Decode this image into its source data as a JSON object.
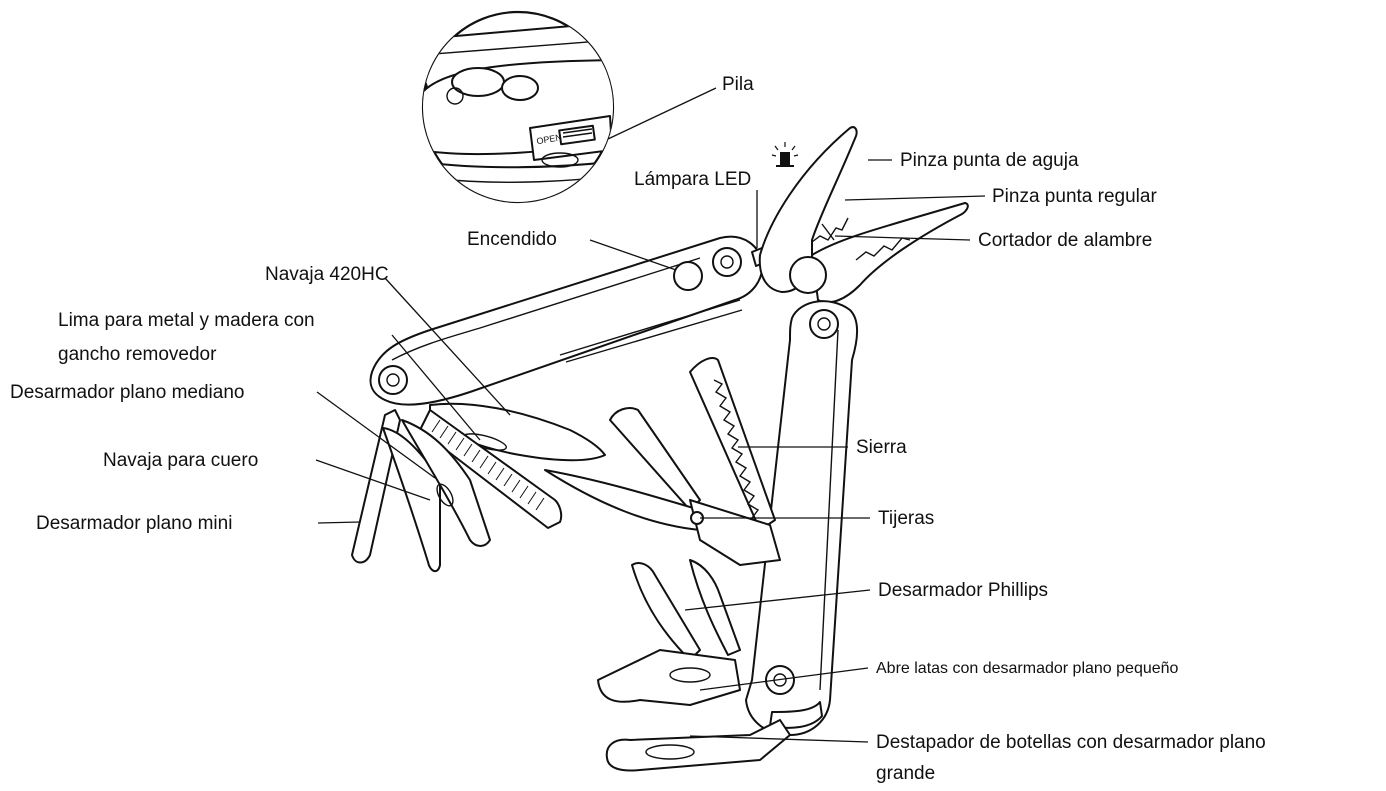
{
  "labels": {
    "pila": "Pila",
    "pinza_aguja": "Pinza punta de aguja",
    "lampara_led": "Lámpara LED",
    "pinza_regular": "Pinza punta regular",
    "encendido": "Encendido",
    "cortador": "Cortador de alambre",
    "navaja_420hc": "Navaja 420HC",
    "lima_line1": "Lima para metal y madera con",
    "lima_line2": "gancho removedor",
    "desarmador_mediano": "Desarmador plano mediano",
    "navaja_cuero": "Navaja para cuero",
    "desarmador_mini": "Desarmador plano mini",
    "sierra": "Sierra",
    "tijeras": "Tijeras",
    "phillips": "Desarmador Phillips",
    "abre_latas": "Abre latas con desarmador plano pequeño",
    "destapador_line1": "Destapador de botellas con desarmador plano",
    "destapador_line2": "grande"
  },
  "inset_text": "OPEN"
}
